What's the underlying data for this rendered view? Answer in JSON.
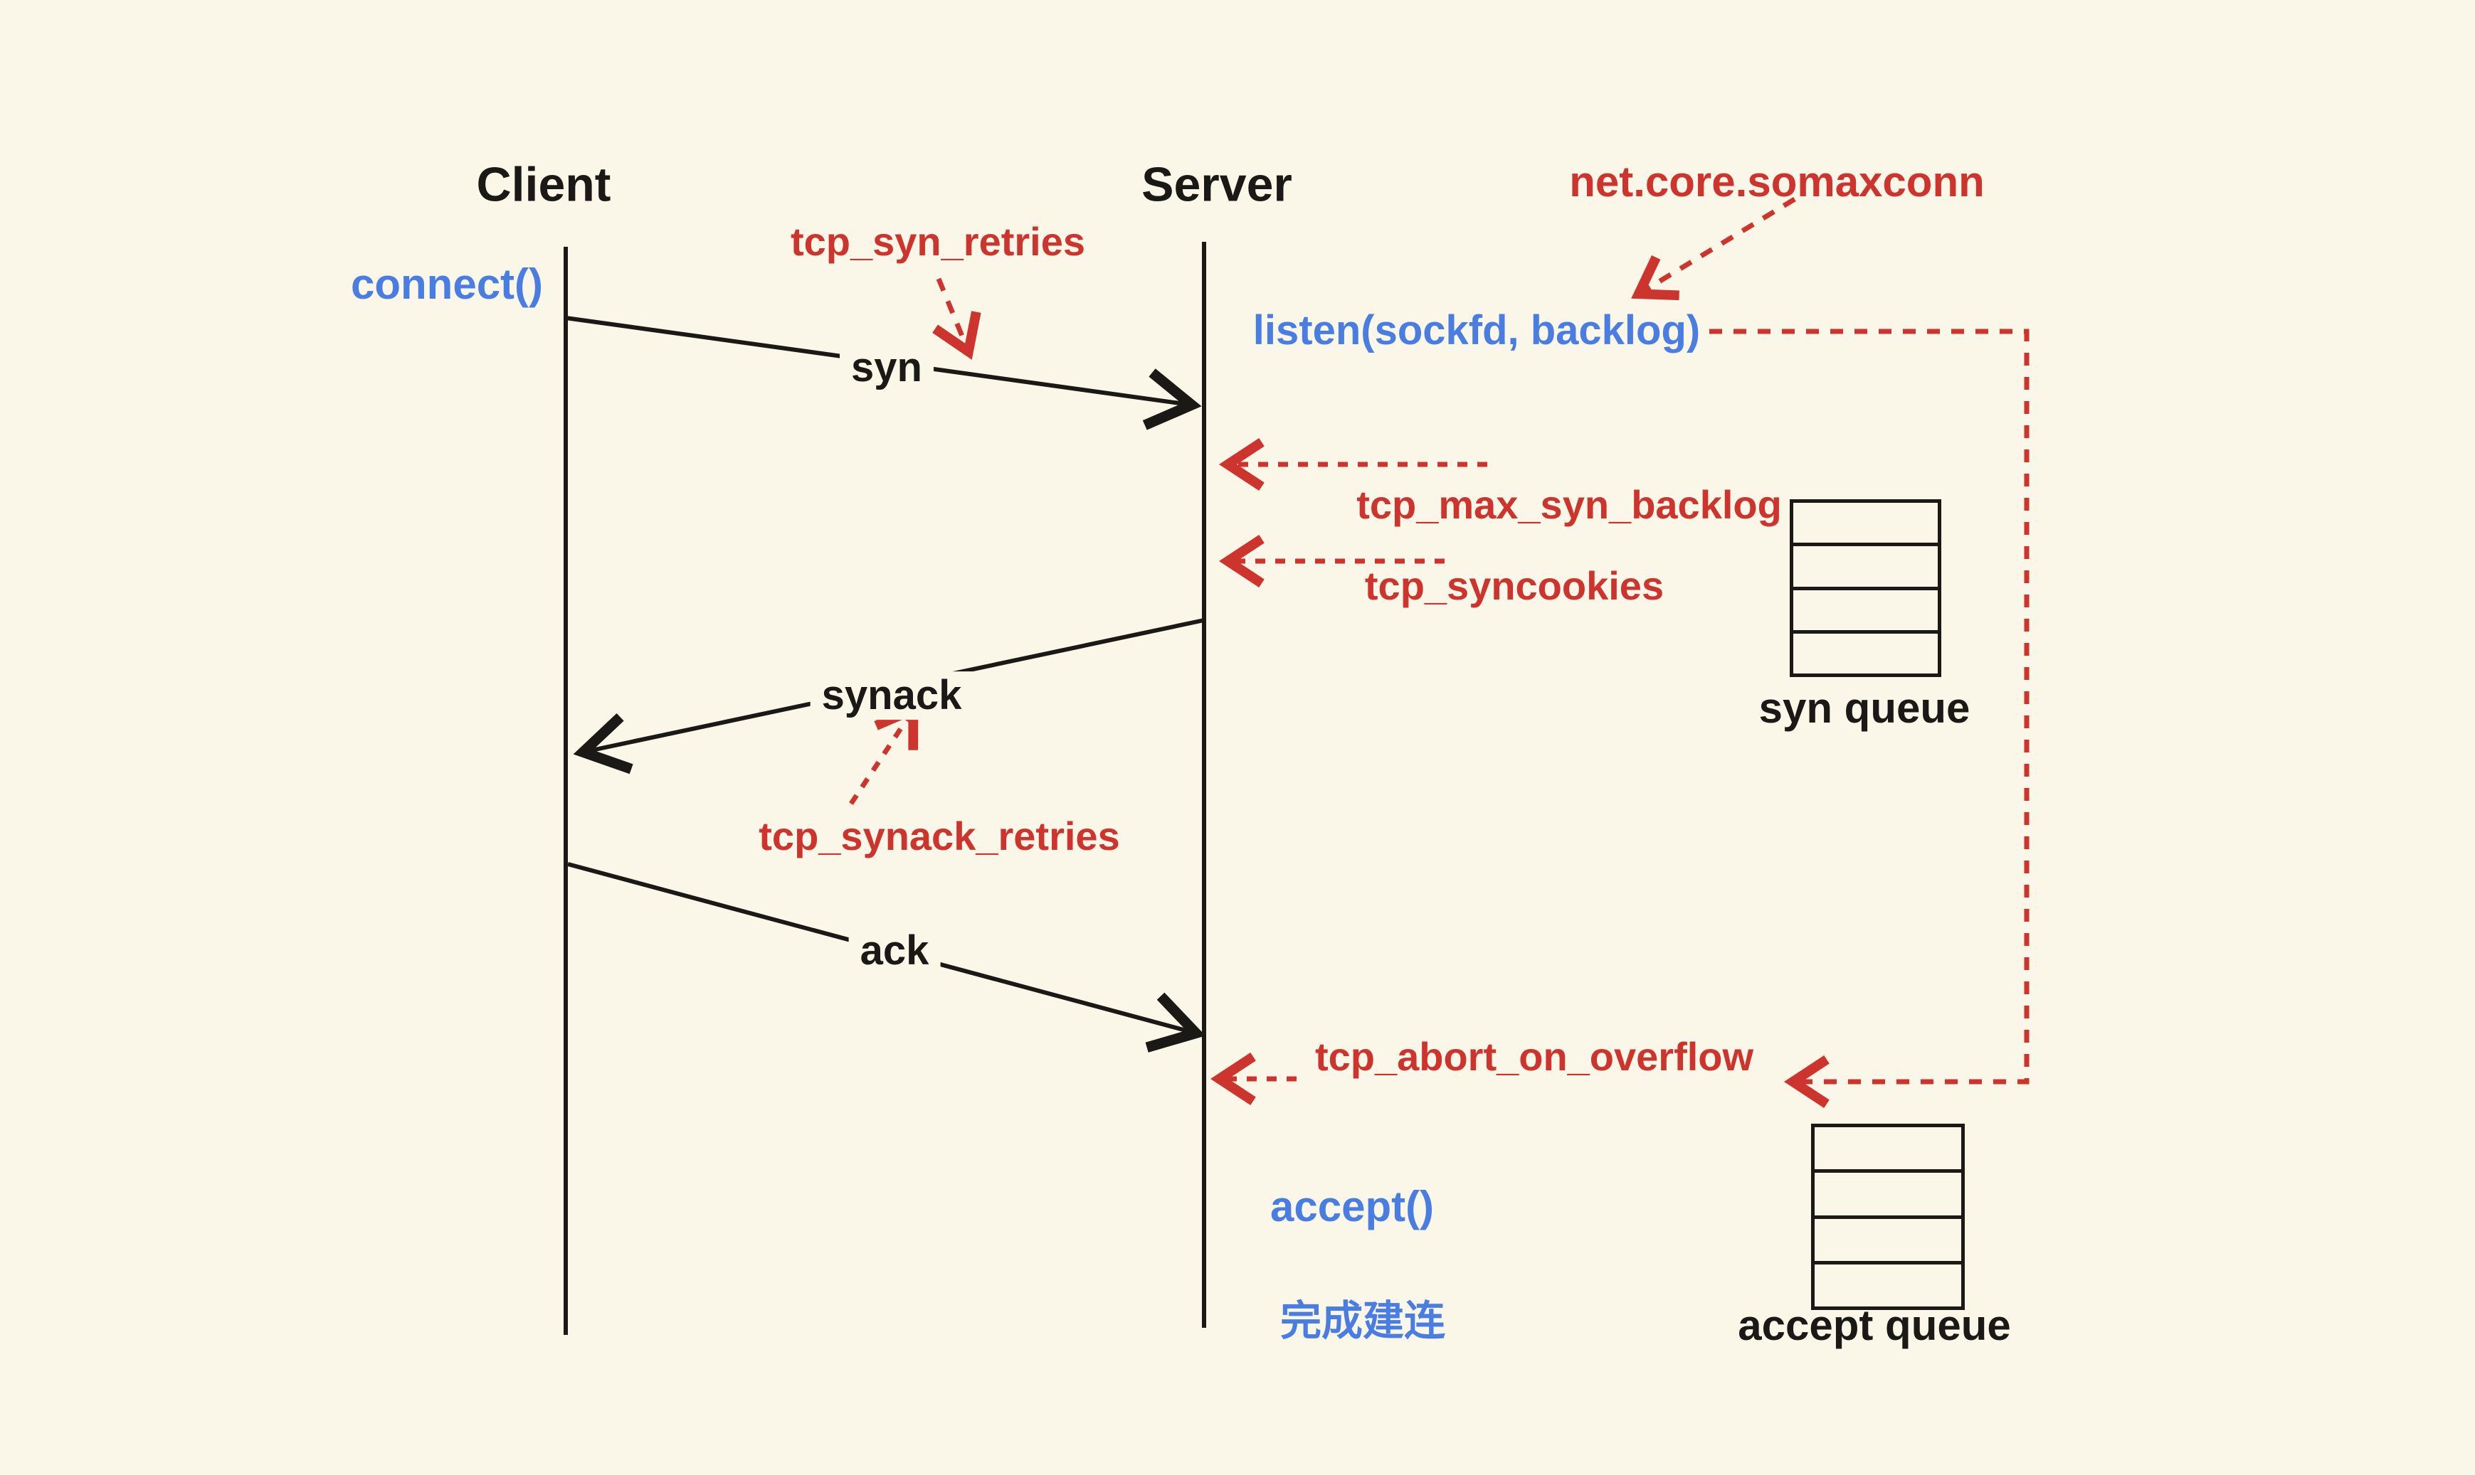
{
  "colors": {
    "background": "#FAF6E8",
    "red": "#CE342E",
    "blue": "#4A7DE2",
    "line_black": "#1A1916"
  },
  "participants": {
    "client": "Client",
    "server": "Server"
  },
  "syscalls": {
    "connect": "connect()",
    "listen": "listen(sockfd, backlog)",
    "accept": "accept()",
    "established": "完成建连"
  },
  "messages": {
    "syn": "syn",
    "synack": "synack",
    "ack": "ack"
  },
  "kernel_params": {
    "tcp_syn_retries": "tcp_syn_retries",
    "net_core_somaxconn": "net.core.somaxconn",
    "tcp_max_syn_backlog": "tcp_max_syn_backlog",
    "tcp_syncookies": "tcp_syncookies",
    "tcp_synack_retries": "tcp_synack_retries",
    "tcp_abort_on_overflow": "tcp_abort_on_overflow"
  },
  "queues": {
    "syn_queue": {
      "label": "syn queue",
      "rows": 4
    },
    "accept_queue": {
      "label": "accept queue",
      "rows": 4
    }
  }
}
